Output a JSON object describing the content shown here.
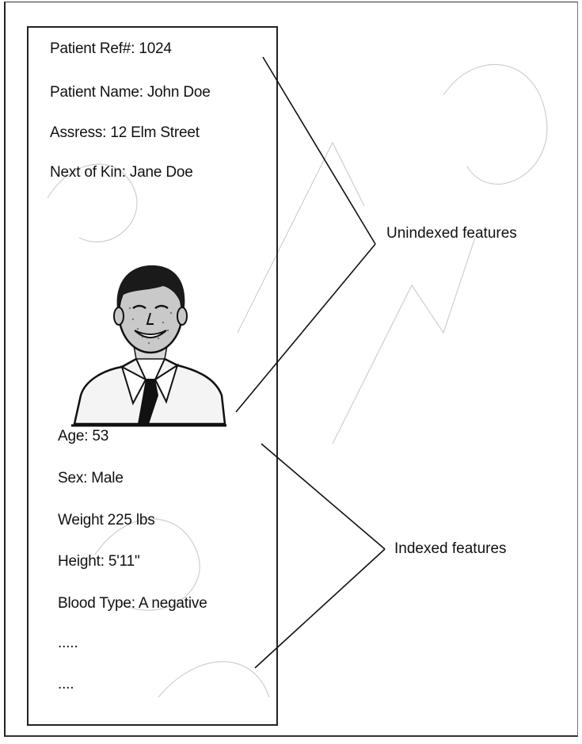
{
  "record": {
    "patient_ref": "Patient Ref#: 1024",
    "patient_name": "Patient Name: John Doe",
    "address": "Assress: 12 Elm Street",
    "next_of_kin": "Next of Kin: Jane Doe",
    "age": "Age: 53",
    "sex": "Sex: Male",
    "weight": "Weight 225 lbs",
    "height": "Height: 5'11\"",
    "blood_type": "Blood Type: A negative",
    "ellipsis_1": ".....",
    "ellipsis_2": "...."
  },
  "labels": {
    "unindexed": "Unindexed features",
    "indexed": "Indexed features"
  },
  "colors": {
    "ink": "#111111",
    "tie": "#111111",
    "watermark": "#c8c8c8"
  },
  "icons": [
    "patient-portrait-icon"
  ]
}
